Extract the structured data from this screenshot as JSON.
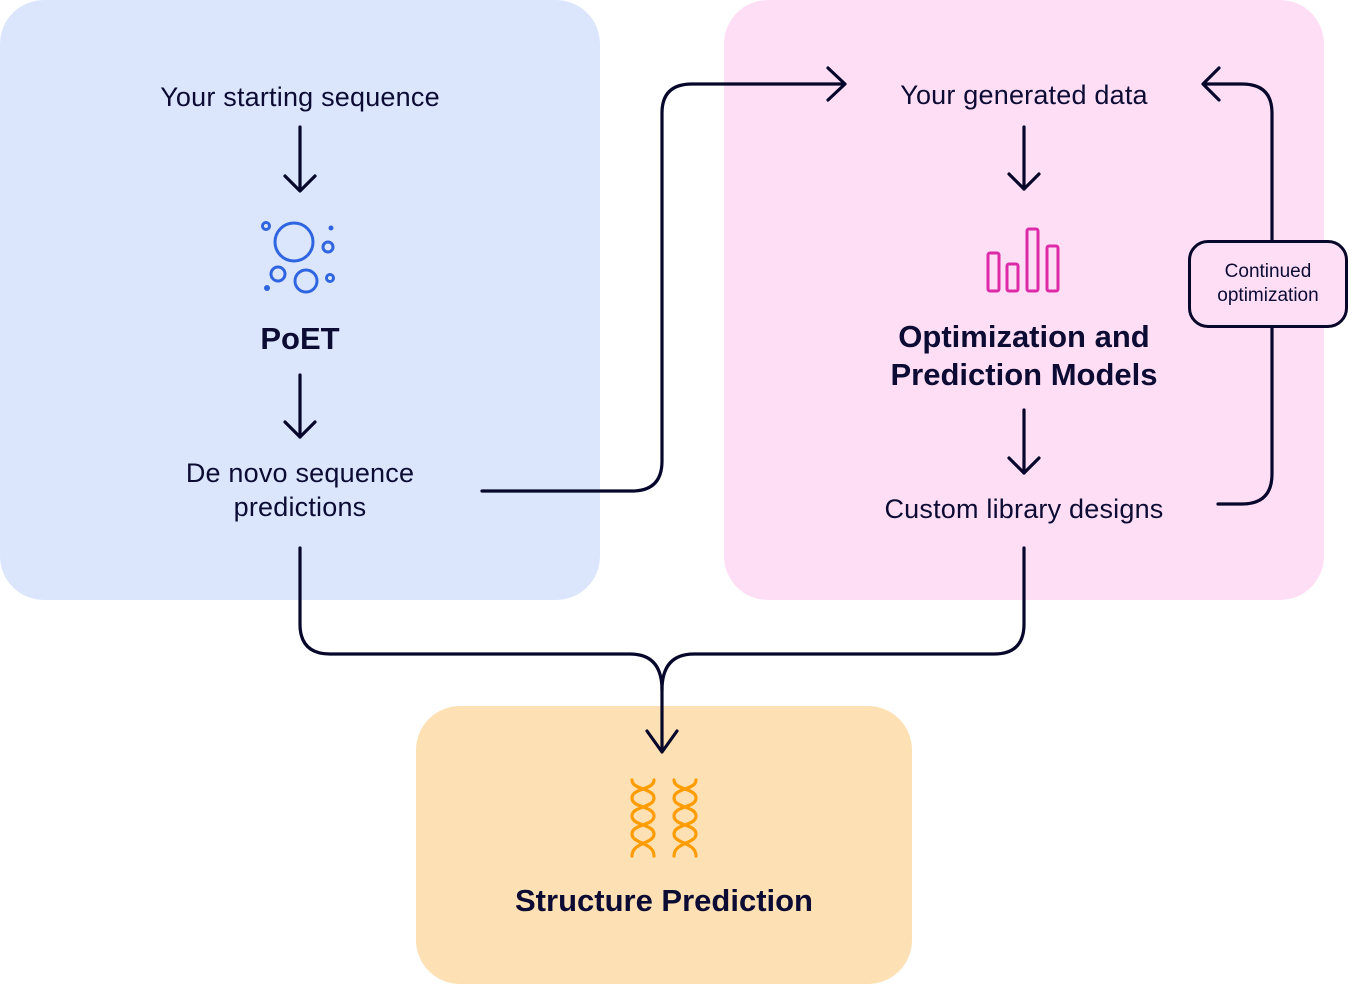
{
  "colors": {
    "line": "#07072b",
    "text": "#0b0b33",
    "panel_blue": "#dbe6fd",
    "panel_pink": "#fedef5",
    "panel_orange": "#fde0b3",
    "icon_blue": "#2f65e0",
    "icon_magenta": "#dd2aa8",
    "icon_orange": "#ff9d00"
  },
  "poet_panel": {
    "input_label": "Your starting sequence",
    "model_icon": "bubbles-icon",
    "model_name": "PoET",
    "output_label_line1": "De novo sequence",
    "output_label_line2": "predictions"
  },
  "optimization_panel": {
    "input_label": "Your generated data",
    "model_icon": "bar-chart-icon",
    "model_name_line1": "Optimization and",
    "model_name_line2": "Prediction Models",
    "output_label": "Custom library designs",
    "loop_label_line1": "Continued",
    "loop_label_line2": "optimization"
  },
  "structure_panel": {
    "icon": "dna-helix-icon",
    "title": "Structure Prediction"
  },
  "edges": [
    {
      "from": "Your starting sequence",
      "to": "PoET"
    },
    {
      "from": "PoET",
      "to": "De novo sequence predictions"
    },
    {
      "from": "De novo sequence predictions",
      "to": "Your generated data"
    },
    {
      "from": "Your generated data",
      "to": "Optimization and Prediction Models"
    },
    {
      "from": "Optimization and Prediction Models",
      "to": "Custom library designs"
    },
    {
      "from": "Custom library designs",
      "to": "Your generated data",
      "label": "Continued optimization"
    },
    {
      "from": "De novo sequence predictions",
      "to": "Structure Prediction"
    },
    {
      "from": "Custom library designs",
      "to": "Structure Prediction"
    }
  ]
}
